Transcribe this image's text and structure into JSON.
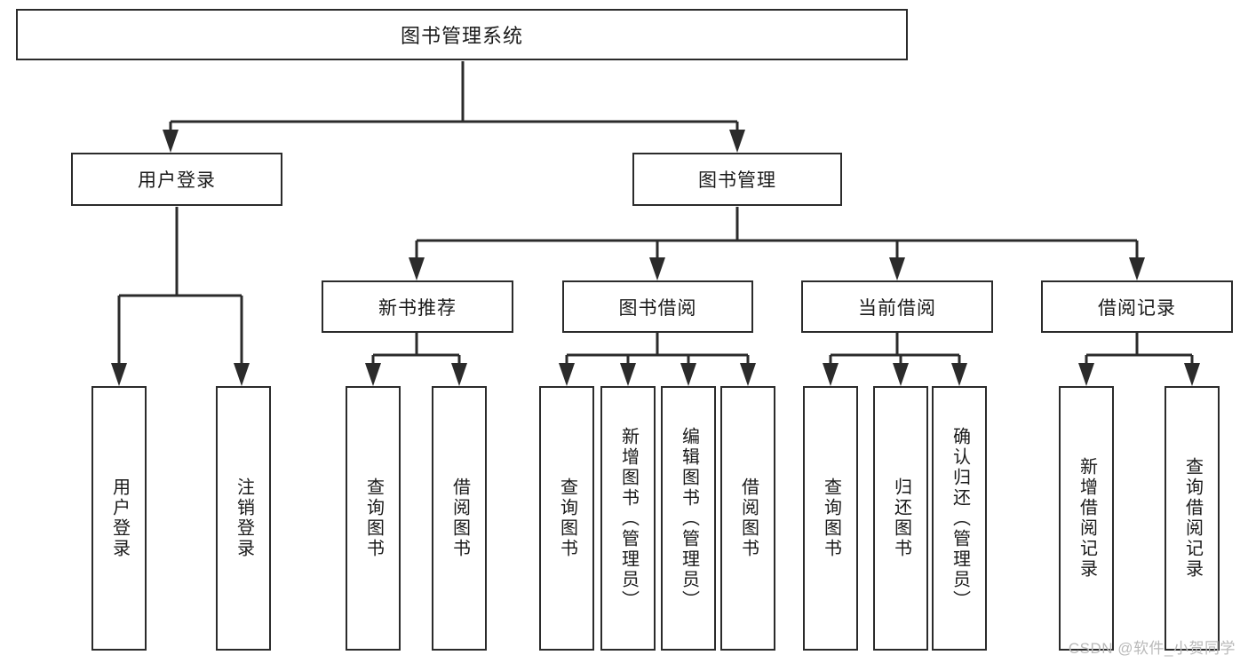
{
  "diagram": {
    "type": "tree-hierarchy",
    "title": "图书管理系统",
    "watermark": "CSDN @软件_小贺同学",
    "colors": {
      "box_border": "#2b2b2b",
      "box_fill": "#ffffff",
      "connector": "#2b2b2b",
      "text": "#1a1a1a",
      "watermark": "#b9b9b9"
    },
    "levels": {
      "level1": {
        "root": {
          "label": "图书管理系统"
        }
      },
      "level2": [
        {
          "label": "用户登录"
        },
        {
          "label": "图书管理"
        }
      ],
      "level3": [
        {
          "label": "新书推荐"
        },
        {
          "label": "图书借阅"
        },
        {
          "label": "当前借阅"
        },
        {
          "label": "借阅记录"
        }
      ],
      "level4": {
        "user_login": [
          {
            "label": "用户登录"
          },
          {
            "label": "注销登录"
          }
        ],
        "new_book_recommend": [
          {
            "label": "查询图书"
          },
          {
            "label": "借阅图书"
          }
        ],
        "book_borrow": [
          {
            "label": "查询图书"
          },
          {
            "label": "新增图书（管理员）"
          },
          {
            "label": "编辑图书（管理员）"
          },
          {
            "label": "借阅图书"
          }
        ],
        "current_borrow": [
          {
            "label": "查询图书"
          },
          {
            "label": "归还图书"
          },
          {
            "label": "确认归还（管理员）"
          }
        ],
        "borrow_record": [
          {
            "label": "新增借阅记录"
          },
          {
            "label": "查询借阅记录"
          }
        ]
      }
    }
  }
}
